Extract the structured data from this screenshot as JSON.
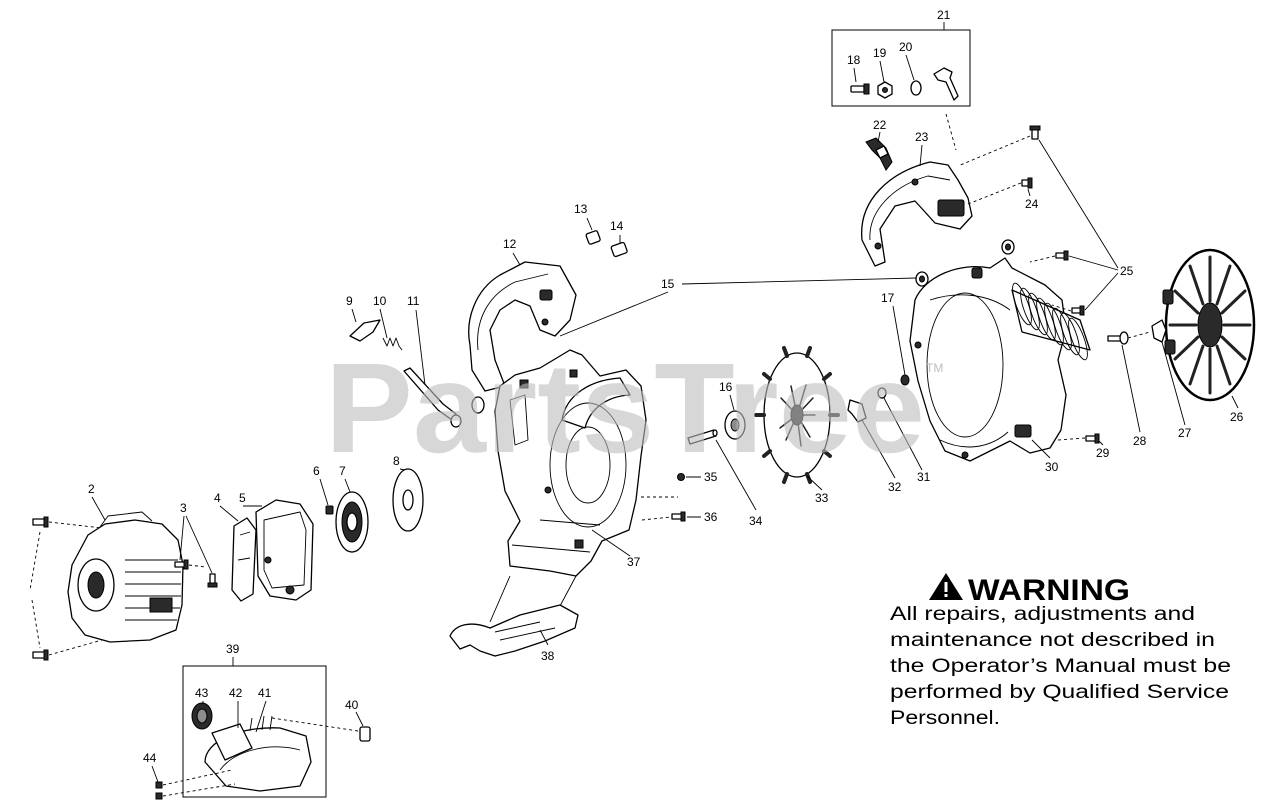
{
  "watermark": {
    "text": "PartsTree",
    "trademark": "TM"
  },
  "callouts": {
    "p2": "2",
    "p3": "3",
    "p4": "4",
    "p5": "5",
    "p6": "6",
    "p7": "7",
    "p8": "8",
    "p9": "9",
    "p10": "10",
    "p11": "11",
    "p12": "12",
    "p13": "13",
    "p14": "14",
    "p15": "15",
    "p16": "16",
    "p17": "17",
    "p18": "18",
    "p19": "19",
    "p20": "20",
    "p21": "21",
    "p22": "22",
    "p23": "23",
    "p24": "24",
    "p25": "25",
    "p26": "26",
    "p27": "27",
    "p28": "28",
    "p29": "29",
    "p30": "30",
    "p31": "31",
    "p32": "32",
    "p33": "33",
    "p34": "34",
    "p35": "35",
    "p36": "36",
    "p37": "37",
    "p38": "38",
    "p39": "39",
    "p40": "40",
    "p41": "41",
    "p42": "42",
    "p43": "43",
    "p44": "44"
  },
  "warning": {
    "icon": "warning-triangle-icon",
    "heading": "WARNING",
    "lines": [
      "All repairs, adjustments and",
      "maintenance not described in",
      "the Operator’s Manual must be",
      "performed by Qualified Service",
      "Personnel."
    ]
  },
  "colors": {
    "line": "#000000",
    "background": "#ffffff",
    "watermark": "#bdbdbd"
  }
}
